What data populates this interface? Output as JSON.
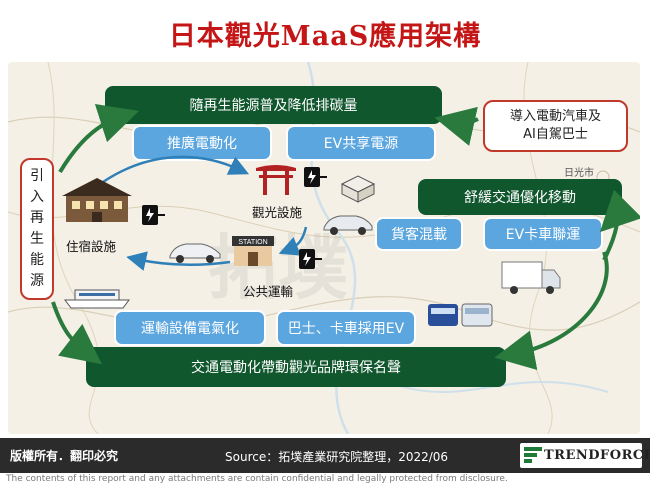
{
  "title": "日本觀光MaaS應用架構",
  "top_bar": "隨再生能源普及降低排碳量",
  "top_boxes": [
    "推廣電動化",
    "EV共享電源"
  ],
  "right_callout": [
    "導入電動汽車及",
    "AI自駕巴士"
  ],
  "right_bar": "舒緩交通優化移動",
  "right_boxes": [
    "貨客混載",
    "EV卡車聯運"
  ],
  "left_callout": [
    "引",
    "入",
    "再",
    "生",
    "能",
    "源"
  ],
  "bottom_boxes": [
    "運輸設備電氣化",
    "巴士、卡車採用EV"
  ],
  "bottom_bar": "交通電動化帶動觀光品牌環保名聲",
  "cycle_labels": {
    "lodging": "住宿設施",
    "tourism": "觀光設施",
    "transit": "公共運輸"
  },
  "illustration_text": {
    "station_sign": "STATION",
    "town": "日光市"
  },
  "watermark": "拓墣",
  "footer": {
    "copyright": "版權所有．翻印必究",
    "source": "Source：拓墣產業研究院整理，2022/06",
    "brand": "TRENDFORCE"
  },
  "disclaimer": "The contents of this report and any attachments are contain confidential and legally protected from disclosure.",
  "colors": {
    "title_red": "#c41616",
    "dark_green": "#10572e",
    "arrow_green": "#2a7a3e",
    "box_blue": "#5ba6df",
    "cycle_blue": "#2f7fb8",
    "callout_red": "#c0392b",
    "footer_dark": "#2b2b2b"
  }
}
